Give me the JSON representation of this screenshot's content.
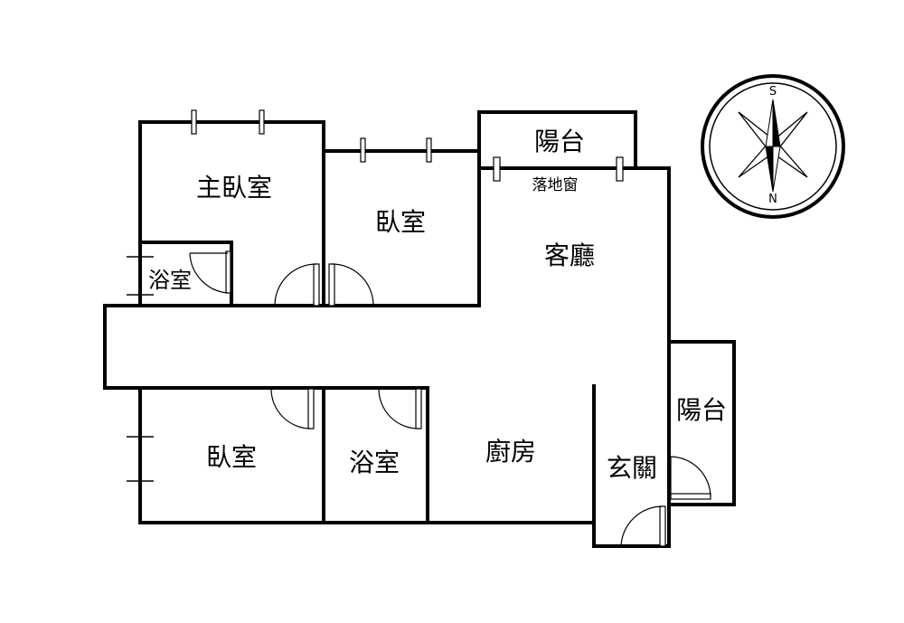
{
  "rooms": {
    "master_bedroom": "主臥室",
    "bedroom_top": "臥室",
    "bathroom_small": "浴室",
    "living_room": "客廳",
    "balcony_top": "陽台",
    "floor_window": "落地窗",
    "bedroom_bottom": "臥室",
    "bathroom_bottom": "浴室",
    "kitchen": "廚房",
    "entrance": "玄關",
    "balcony_right": "陽台"
  },
  "compass": {
    "top_letter": "S",
    "bottom_letter": "N"
  }
}
